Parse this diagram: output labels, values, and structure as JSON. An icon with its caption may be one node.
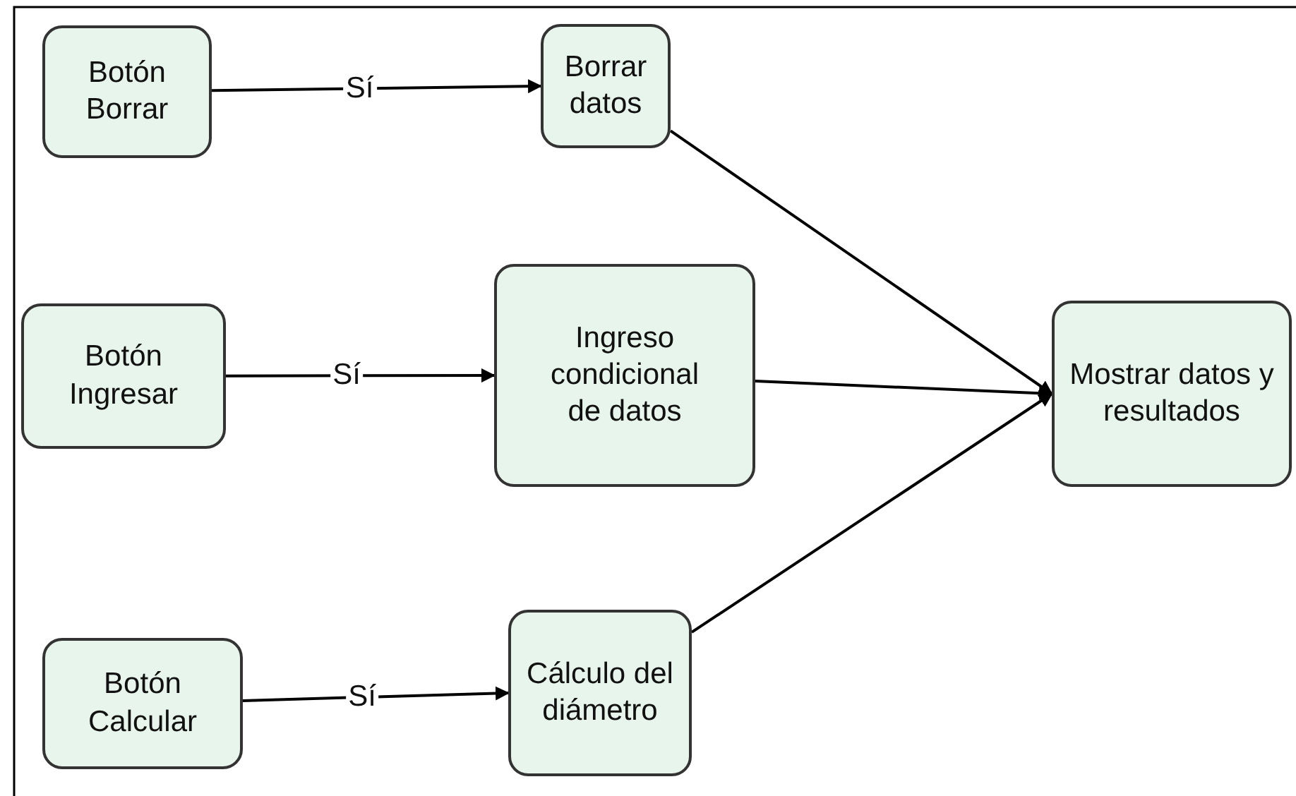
{
  "diagram": {
    "nodes": [
      {
        "text": [
          "Botón Borrar"
        ]
      },
      {
        "text": [
          "Borrar datos"
        ]
      },
      {
        "text": [
          "Botón Ingresar"
        ]
      },
      {
        "text": [
          "Ingreso condicional de datos"
        ]
      },
      {
        "text": [
          "Mostrar datos y resultados"
        ]
      },
      {
        "text": [
          "Botón Calcular"
        ]
      },
      {
        "text": [
          "Cálculo del diámetro"
        ]
      }
    ],
    "edges": [
      {
        "from": 0,
        "to": 1,
        "arrow": "to",
        "label": "Sí"
      },
      {
        "from": 2,
        "to": 3,
        "arrow": "to",
        "label": "Sí"
      },
      {
        "from": 5,
        "to": 6,
        "arrow": "to",
        "label": "Sí"
      },
      {
        "from": 1,
        "to": 4,
        "arrow": "to"
      },
      {
        "from": 3,
        "to": 4,
        "arrow": "to"
      },
      {
        "from": 6,
        "to": 4,
        "arrow": "to"
      }
    ]
  }
}
